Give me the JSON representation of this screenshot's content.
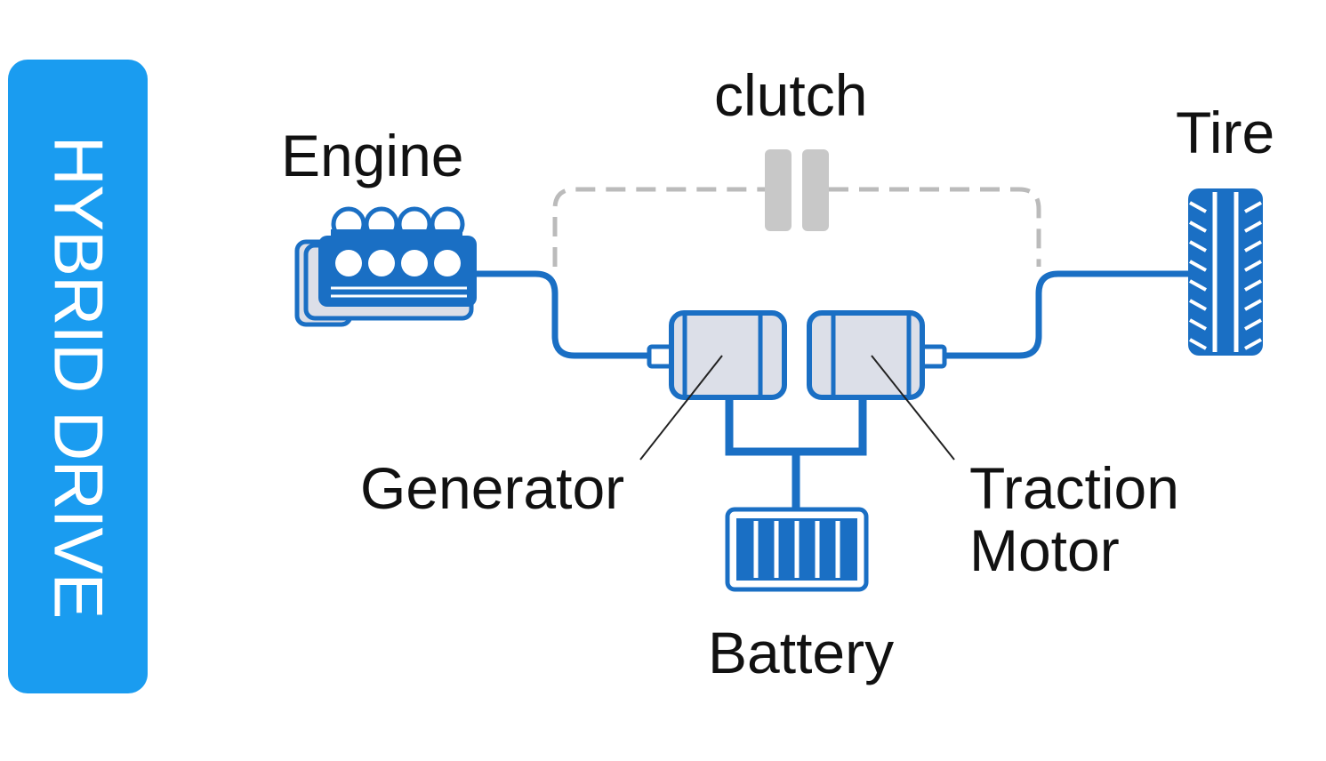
{
  "badge": {
    "text": "HYBRID DRIVE",
    "color": "#1a9cf0"
  },
  "labels": {
    "clutch": "clutch",
    "engine": "Engine",
    "tire": "Tire",
    "generator": "Generator",
    "traction_line1": "Traction",
    "traction_line2": "Motor",
    "battery": "Battery"
  },
  "colors": {
    "primary": "#1a6fc4",
    "dark": "#1565c0",
    "component_fill": "#dcdfe8",
    "clutch_gray": "#bbbbbb"
  }
}
